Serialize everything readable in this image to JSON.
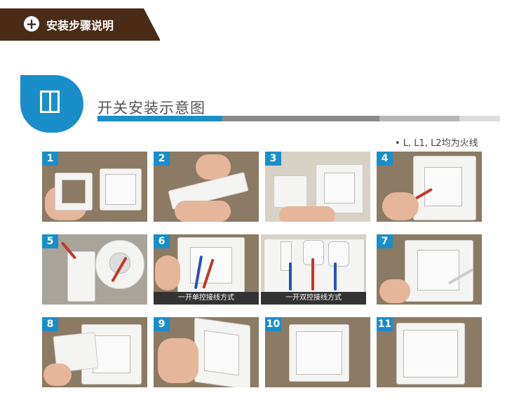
{
  "banner": {
    "icon": "plus-circle-icon",
    "title": "安装步骤说明"
  },
  "section": {
    "icon": "switch-panel-icon",
    "title": "开关安装示意图"
  },
  "note": "• L, L1, L2均为火线",
  "steps": [
    {
      "label": "1"
    },
    {
      "label": "2"
    },
    {
      "label": "3"
    },
    {
      "label": "4"
    },
    {
      "label": "5"
    },
    {
      "label": "6"
    },
    {
      "label": "7"
    },
    {
      "label": "8"
    },
    {
      "label": "9"
    },
    {
      "label": "10"
    },
    {
      "label": "11"
    }
  ],
  "captions": {
    "single": "一开单控接线方式",
    "double": "一开双控接线方式"
  },
  "colors": {
    "accent": "#1a8ec9",
    "banner": "#4a2c16"
  }
}
